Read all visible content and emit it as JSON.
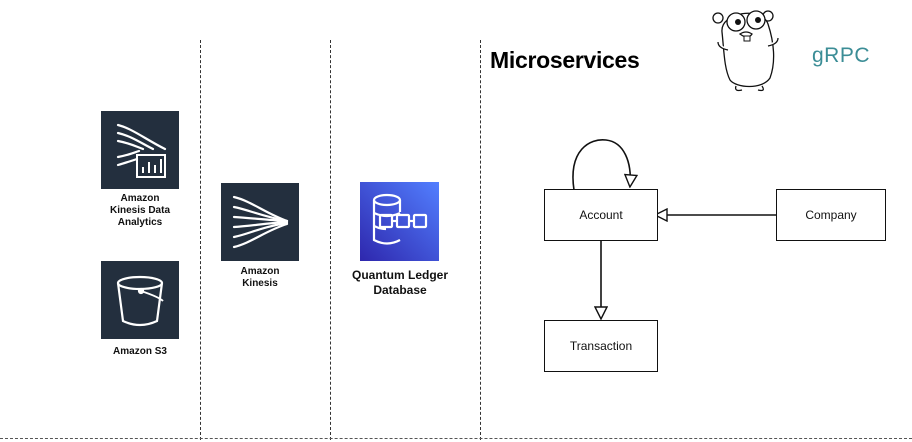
{
  "services": {
    "kinesis_analytics": {
      "label": "Amazon\nKinesis Data\nAnalytics",
      "icon": "kinesis-data-analytics-icon"
    },
    "s3": {
      "label": "Amazon S3",
      "icon": "bucket-icon"
    },
    "kinesis": {
      "label": "Amazon\nKinesis",
      "icon": "kinesis-icon"
    },
    "qldb": {
      "label": "Quantum Ledger\nDatabase",
      "icon": "qldb-icon"
    }
  },
  "microservices": {
    "title": "Microservices",
    "grpc_logo": "gRPC",
    "gopher_icon": "go-gopher-icon",
    "nodes": {
      "account": "Account",
      "company": "Company",
      "transaction": "Transaction"
    }
  },
  "colors": {
    "tile_dark": "#232f3e",
    "qldb_blue": "#3b48cc",
    "grpc_teal": "#3b8d96"
  }
}
